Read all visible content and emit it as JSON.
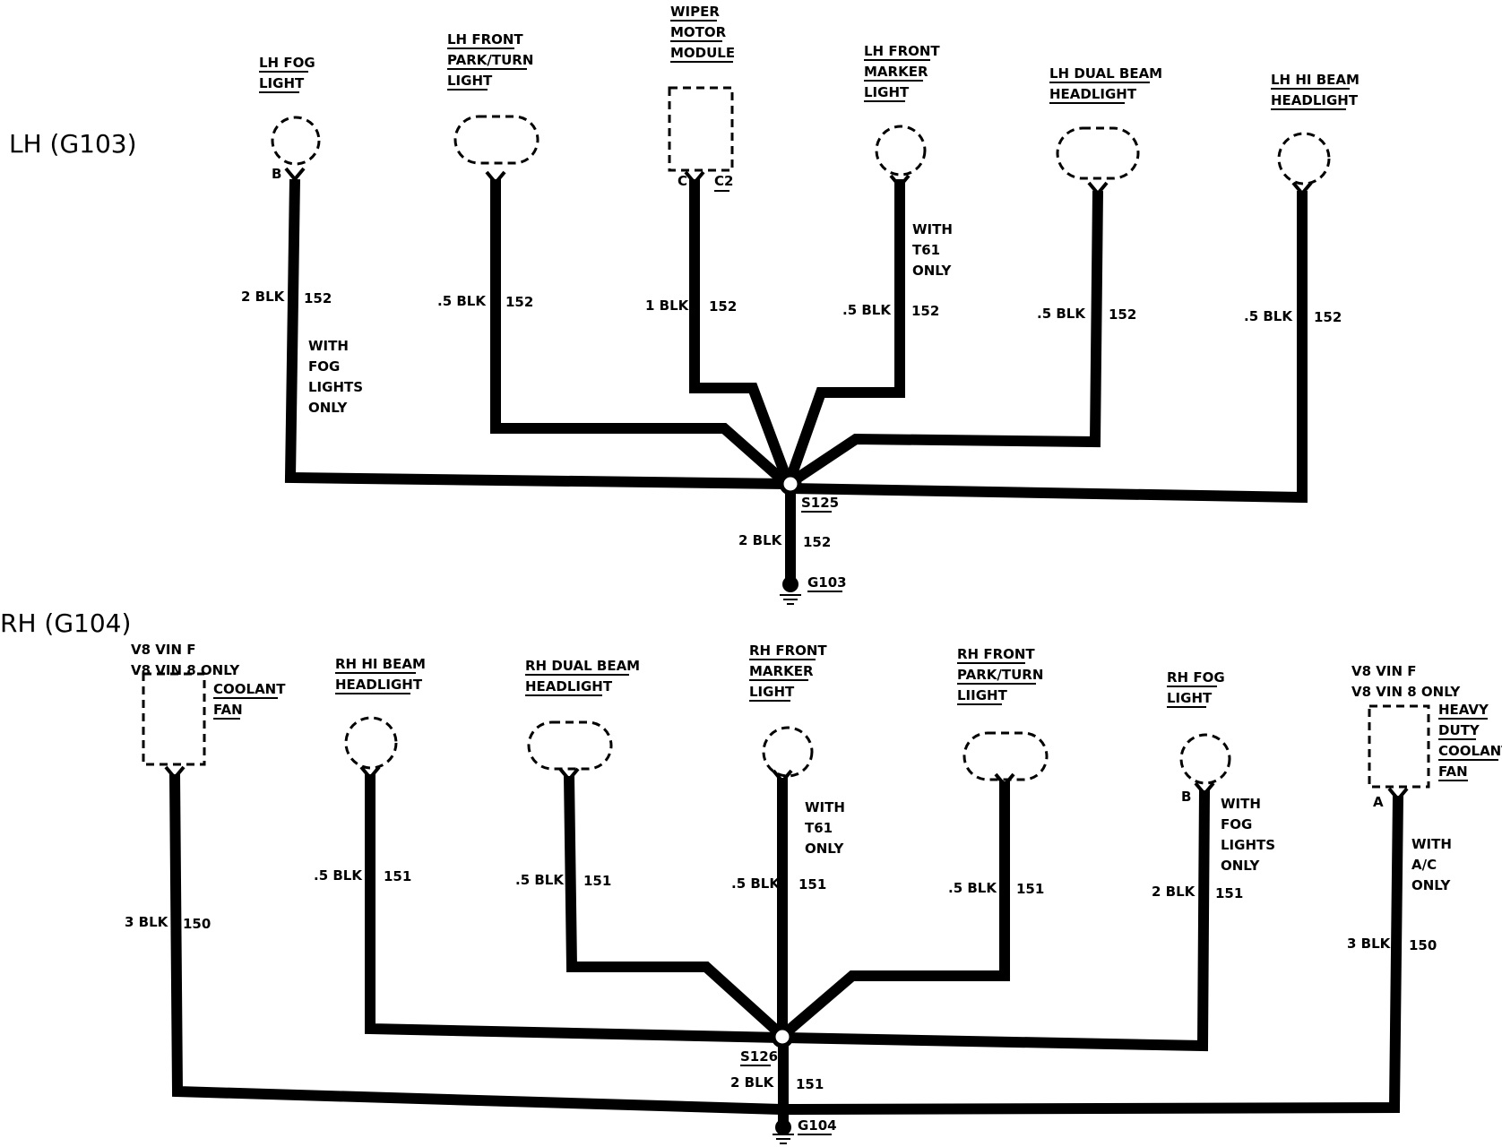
{
  "sections": {
    "lh": "LH (G103)",
    "rh": "RH (G104)"
  },
  "lh": {
    "components": {
      "fog": [
        "LH FOG",
        "LIGHT"
      ],
      "park": [
        "LH FRONT",
        "PARK/TURN",
        "LIGHT"
      ],
      "wiper": [
        "WIPER",
        "MOTOR",
        "MODULE"
      ],
      "marker": [
        "LH FRONT",
        "MARKER",
        "LIGHT"
      ],
      "dual": [
        "LH DUAL BEAM",
        "HEADLIGHT"
      ],
      "hibeam": [
        "LH HI BEAM",
        "HEADLIGHT"
      ]
    },
    "pins": {
      "fog": "B",
      "wiper_pin": "C",
      "wiper_conn": "C2"
    },
    "wires": {
      "fog": {
        "size": "2 BLK",
        "circuit": "152"
      },
      "park": {
        "size": ".5 BLK",
        "circuit": "152"
      },
      "wiper": {
        "size": "1 BLK",
        "circuit": "152"
      },
      "marker": {
        "size": ".5 BLK",
        "circuit": "152"
      },
      "dual": {
        "size": ".5 BLK",
        "circuit": "152"
      },
      "hibeam": {
        "size": ".5 BLK",
        "circuit": "152"
      },
      "ground": {
        "size": "2 BLK",
        "circuit": "152"
      }
    },
    "notes": {
      "fog": [
        "WITH",
        "FOG",
        "LIGHTS",
        "ONLY"
      ],
      "marker": [
        "WITH",
        "T61",
        "ONLY"
      ]
    },
    "splice": "S125",
    "ground": "G103"
  },
  "rh": {
    "components": {
      "coolant": [
        "COOLANT",
        "FAN"
      ],
      "coolant_option": [
        "V8 VIN F",
        "V8 VIN 8 ONLY"
      ],
      "hibeam": [
        "RH HI BEAM",
        "HEADLIGHT"
      ],
      "dual": [
        "RH DUAL BEAM",
        "HEADLIGHT"
      ],
      "marker": [
        "RH FRONT",
        "MARKER",
        "LIGHT"
      ],
      "park": [
        "RH FRONT",
        "PARK/TURN",
        "LIIGHT"
      ],
      "fog": [
        "RH FOG",
        "LIGHT"
      ],
      "hd": [
        "HEAVY",
        "DUTY",
        "COOLANT",
        "FAN"
      ],
      "hd_option": [
        "V8 VIN F",
        "V8 VIN 8 ONLY"
      ]
    },
    "pins": {
      "fog": "B",
      "hd": "A"
    },
    "wires": {
      "coolant": {
        "size": "3 BLK",
        "circuit": "150"
      },
      "hibeam": {
        "size": ".5 BLK",
        "circuit": "151"
      },
      "dual": {
        "size": ".5 BLK",
        "circuit": "151"
      },
      "marker": {
        "size": ".5 BLK",
        "circuit": "151"
      },
      "park": {
        "size": ".5 BLK",
        "circuit": "151"
      },
      "fog": {
        "size": "2 BLK",
        "circuit": "151"
      },
      "hd": {
        "size": "3 BLK",
        "circuit": "150"
      },
      "ground": {
        "size": "2 BLK",
        "circuit": "151"
      }
    },
    "notes": {
      "marker": [
        "WITH",
        "T61",
        "ONLY"
      ],
      "fog": [
        "WITH",
        "FOG",
        "LIGHTS",
        "ONLY"
      ],
      "hd": [
        "WITH",
        "A/C",
        "ONLY"
      ]
    },
    "splice": "S126",
    "ground": "G104"
  }
}
